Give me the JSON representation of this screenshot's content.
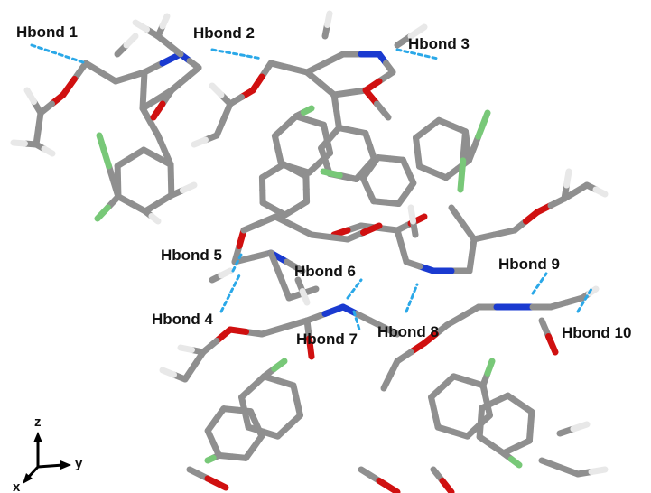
{
  "hbond_labels": [
    {
      "text": "Hbond 1"
    },
    {
      "text": "Hbond 2"
    },
    {
      "text": "Hbond 3"
    },
    {
      "text": "Hbond 4"
    },
    {
      "text": "Hbond 5"
    },
    {
      "text": "Hbond 6"
    },
    {
      "text": "Hbond 7"
    },
    {
      "text": "Hbond 8"
    },
    {
      "text": "Hbond 9"
    },
    {
      "text": "Hbond 10"
    }
  ],
  "axes": {
    "z": "z",
    "y": "y",
    "x": "x"
  },
  "colors": {
    "carbon": "#8f8f8f",
    "hydrogen": "#e8e8e8",
    "oxygen": "#d01010",
    "nitrogen": "#1a3ad0",
    "fluorine": "#78c878",
    "hbond": "#2aa8e8"
  }
}
